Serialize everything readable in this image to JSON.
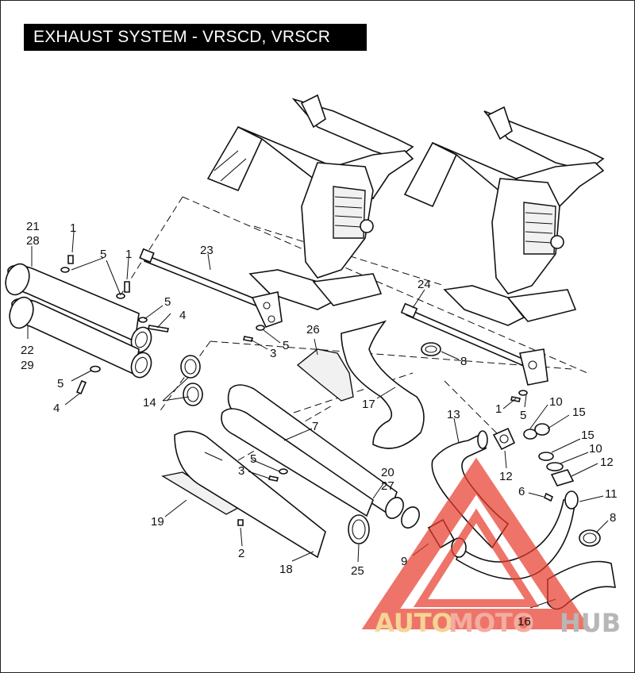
{
  "title": "EXHAUST SYSTEM - VRSCD, VRSCR",
  "callouts": [
    {
      "n": "21"
    },
    {
      "n": "28"
    },
    {
      "n": "1"
    },
    {
      "n": "5"
    },
    {
      "n": "1"
    },
    {
      "n": "23"
    },
    {
      "n": "5"
    },
    {
      "n": "4"
    },
    {
      "n": "22"
    },
    {
      "n": "29"
    },
    {
      "n": "5"
    },
    {
      "n": "4"
    },
    {
      "n": "14"
    },
    {
      "n": "3"
    },
    {
      "n": "5"
    },
    {
      "n": "26"
    },
    {
      "n": "24"
    },
    {
      "n": "8"
    },
    {
      "n": "17"
    },
    {
      "n": "7"
    },
    {
      "n": "13"
    },
    {
      "n": "1"
    },
    {
      "n": "5"
    },
    {
      "n": "10"
    },
    {
      "n": "15"
    },
    {
      "n": "15"
    },
    {
      "n": "10"
    },
    {
      "n": "12"
    },
    {
      "n": "12"
    },
    {
      "n": "5"
    },
    {
      "n": "3"
    },
    {
      "n": "20"
    },
    {
      "n": "27"
    },
    {
      "n": "6"
    },
    {
      "n": "11"
    },
    {
      "n": "19"
    },
    {
      "n": "8"
    },
    {
      "n": "2"
    },
    {
      "n": "9"
    },
    {
      "n": "18"
    },
    {
      "n": "25"
    },
    {
      "n": "16"
    }
  ],
  "watermark": {
    "part1": "AUTO",
    "part2": "MOTO",
    "part3": "HUB",
    "color_auto": "#f2c36a",
    "color_moto": "#f08a78",
    "color_hub": "#9a9a9a",
    "triangle_color": "#e83a2a"
  }
}
